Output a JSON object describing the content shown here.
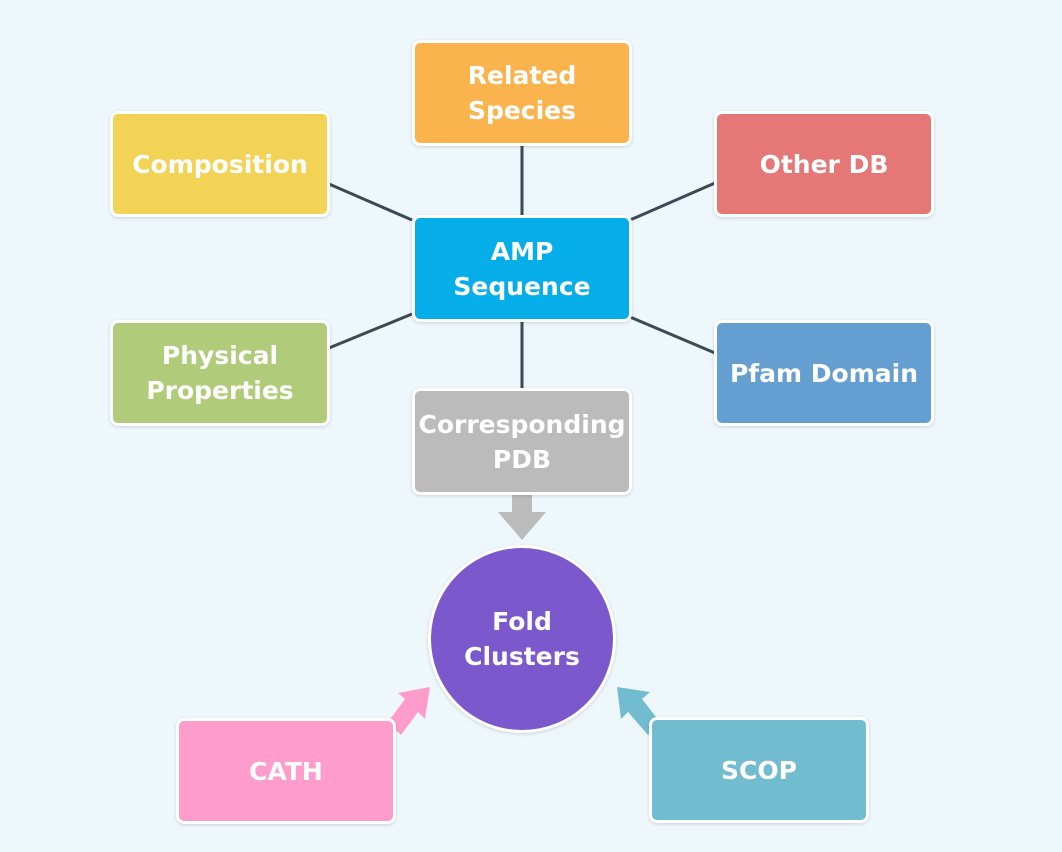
{
  "nodes": {
    "related_species": {
      "label": "Related\nSpecies",
      "color": "#fbb34d"
    },
    "composition": {
      "label": "Composition",
      "color": "#f2d356"
    },
    "other_db": {
      "label": "Other DB",
      "color": "#e57777"
    },
    "amp_sequence": {
      "label": "AMP\nSequence",
      "color": "#05aee9"
    },
    "physical_properties": {
      "label": "Physical\nProperties",
      "color": "#b0cb79"
    },
    "pfam_domain": {
      "label": "Pfam Domain",
      "color": "#659fd2"
    },
    "corresponding_pdb": {
      "label": "Corresponding\nPDB",
      "color": "#bbbbbb"
    },
    "fold_clusters": {
      "label": "Fold\nClusters",
      "color": "#7b58cc"
    },
    "cath": {
      "label": "CATH",
      "color": "#fe9ccc"
    },
    "scop": {
      "label": "SCOP",
      "color": "#72bcd0"
    }
  },
  "connector_color": "#3b4a55",
  "arrow_colors": {
    "pdb_to_fold": "#bbbbbb",
    "cath_to_fold": "#fe9ccc",
    "scop_to_fold": "#72bcd0"
  }
}
